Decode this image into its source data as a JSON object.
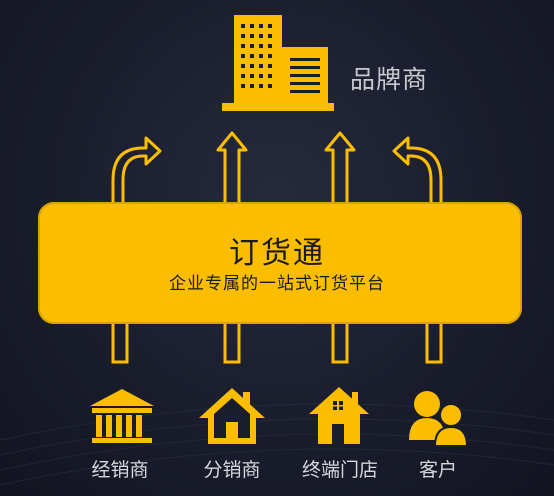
{
  "brand": {
    "label": "品牌商",
    "icon": "office-building-icon"
  },
  "platform": {
    "title": "订货通",
    "subtitle": "企业专属的一站式订货平台"
  },
  "nodes": [
    {
      "label": "经销商",
      "icon": "bank-building-icon"
    },
    {
      "label": "分销商",
      "icon": "house-icon"
    },
    {
      "label": "终端门店",
      "icon": "store-icon"
    },
    {
      "label": "客户",
      "icon": "users-icon"
    }
  ],
  "colors": {
    "accent": "#fbbd00",
    "background": "#1a1d2c",
    "label_text": "#d6d7db",
    "platform_text": "#1b1b1b"
  }
}
